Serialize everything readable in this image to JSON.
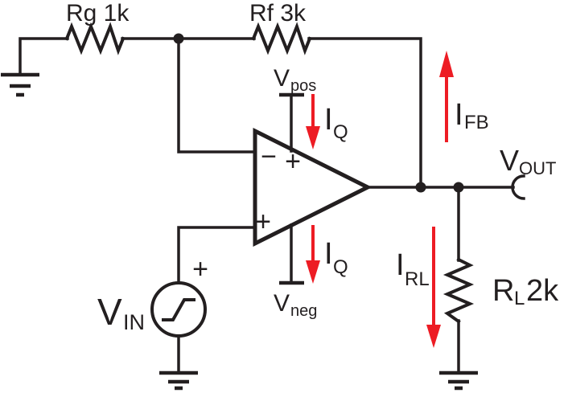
{
  "components": {
    "rg_label": "Rg 1k",
    "rf_label": "Rf 3k",
    "rl": {
      "symbol": "R",
      "subscript": "L",
      "value": "2k"
    },
    "vin": {
      "symbol": "V",
      "subscript": "IN",
      "polarity_sign": "+"
    },
    "vout": {
      "symbol": "V",
      "subscript": "OUT"
    },
    "vpos": {
      "symbol": "V",
      "subscript": "pos"
    },
    "vneg": {
      "symbol": "V",
      "subscript": "neg"
    },
    "currents": {
      "iq_top": {
        "symbol": "I",
        "subscript": "Q"
      },
      "iq_bottom": {
        "symbol": "I",
        "subscript": "Q"
      },
      "ifb": {
        "symbol": "I",
        "subscript": "FB"
      },
      "irl": {
        "symbol": "I",
        "subscript": "RL"
      }
    },
    "opamp": {
      "inverting_input_marker": "−",
      "noninverting_input_marker": "+",
      "positive_supply_marker": "+"
    }
  },
  "colors": {
    "wire": "#231f20",
    "current_arrow": "#ed1c24",
    "background": "#ffffff"
  }
}
